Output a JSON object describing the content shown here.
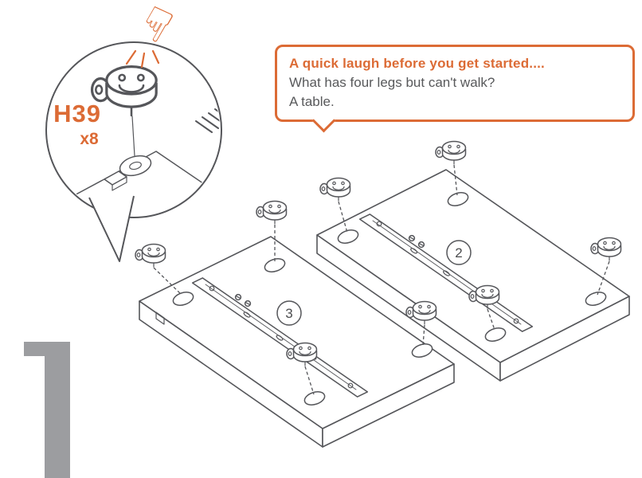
{
  "step": {
    "number": "1"
  },
  "callout": {
    "part_label": "H39",
    "quantity": "x8"
  },
  "joke": {
    "title": "A quick laugh before you get started....",
    "question": "What has four legs but can't walk?",
    "answer": "A table."
  },
  "panels": [
    {
      "label": "2"
    },
    {
      "label": "3"
    }
  ],
  "icons": {
    "press_hand": "☟"
  },
  "colors": {
    "accent": "#DC6B35",
    "line": "#55565A",
    "textgray": "#58595B",
    "stepgray": "#9C9DA0"
  }
}
